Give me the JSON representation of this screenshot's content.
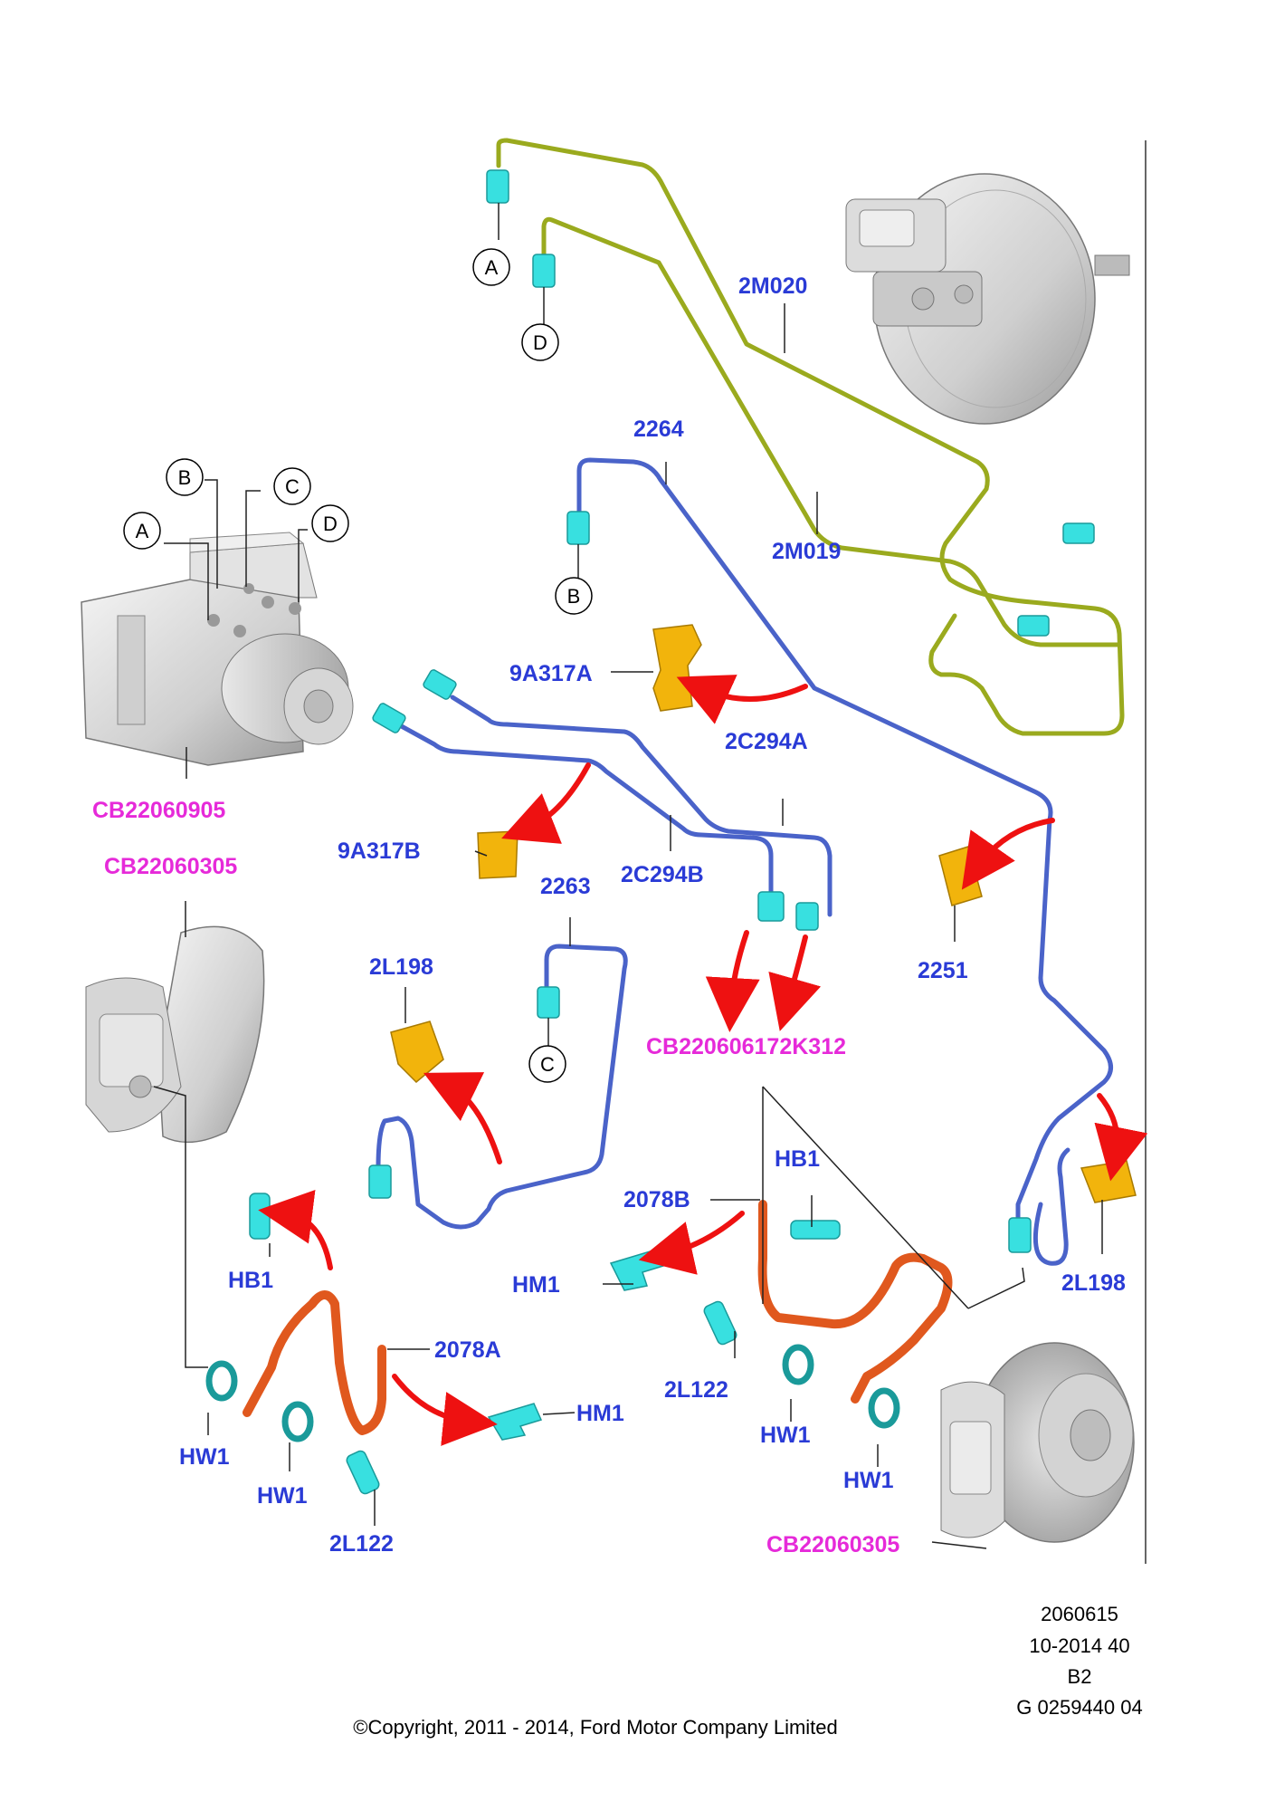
{
  "part_labels": {
    "p_2m020": "2M020",
    "p_2m019": "2M019",
    "p_2264": "2264",
    "p_9a317a": "9A317A",
    "p_2c294a": "2C294A",
    "p_9a317b": "9A317B",
    "p_2c294b": "2C294B",
    "p_2263": "2263",
    "p_2251": "2251",
    "p_2l198_left": "2L198",
    "p_2l198_right": "2L198",
    "p_hb1_left": "HB1",
    "p_hb1_right": "HB1",
    "p_2078b": "2078B",
    "p_hm1_right": "HM1",
    "p_2078a": "2078A",
    "p_hm1_left": "HM1",
    "p_hw1_a": "HW1",
    "p_hw1_b": "HW1",
    "p_hw1_c": "HW1",
    "p_hw1_d": "HW1",
    "p_2l122_left": "2L122",
    "p_2l122_right": "2L122"
  },
  "ref_labels": {
    "cb_abs": "CB22060905",
    "cb_rear_left": "CB22060305",
    "cb_lines": "CB220606172K312",
    "cb_rear_right": "CB22060305"
  },
  "connectors": {
    "a_top": "A",
    "d_top": "D",
    "b_mid": "B",
    "c_mid": "C",
    "a_abs": "A",
    "b_abs": "B",
    "c_abs": "C",
    "d_abs": "D"
  },
  "footer": {
    "line1": "2060615",
    "line2": "10-2014 40",
    "line3": "B2",
    "line4": "G 0259440 04",
    "copyright": "©Copyright, 2011 - 2014, Ford Motor Company Limited"
  },
  "colors": {
    "part_label": "#2a3bd6",
    "reference_label": "#e62ad9",
    "brake_line_blue": "#4a63c9",
    "brake_line_green": "#9aaa1e",
    "flex_hose": "#e0581e",
    "fitting": "#38e0e0",
    "clip": "#f2b40c",
    "arrow": "#ee1111"
  }
}
